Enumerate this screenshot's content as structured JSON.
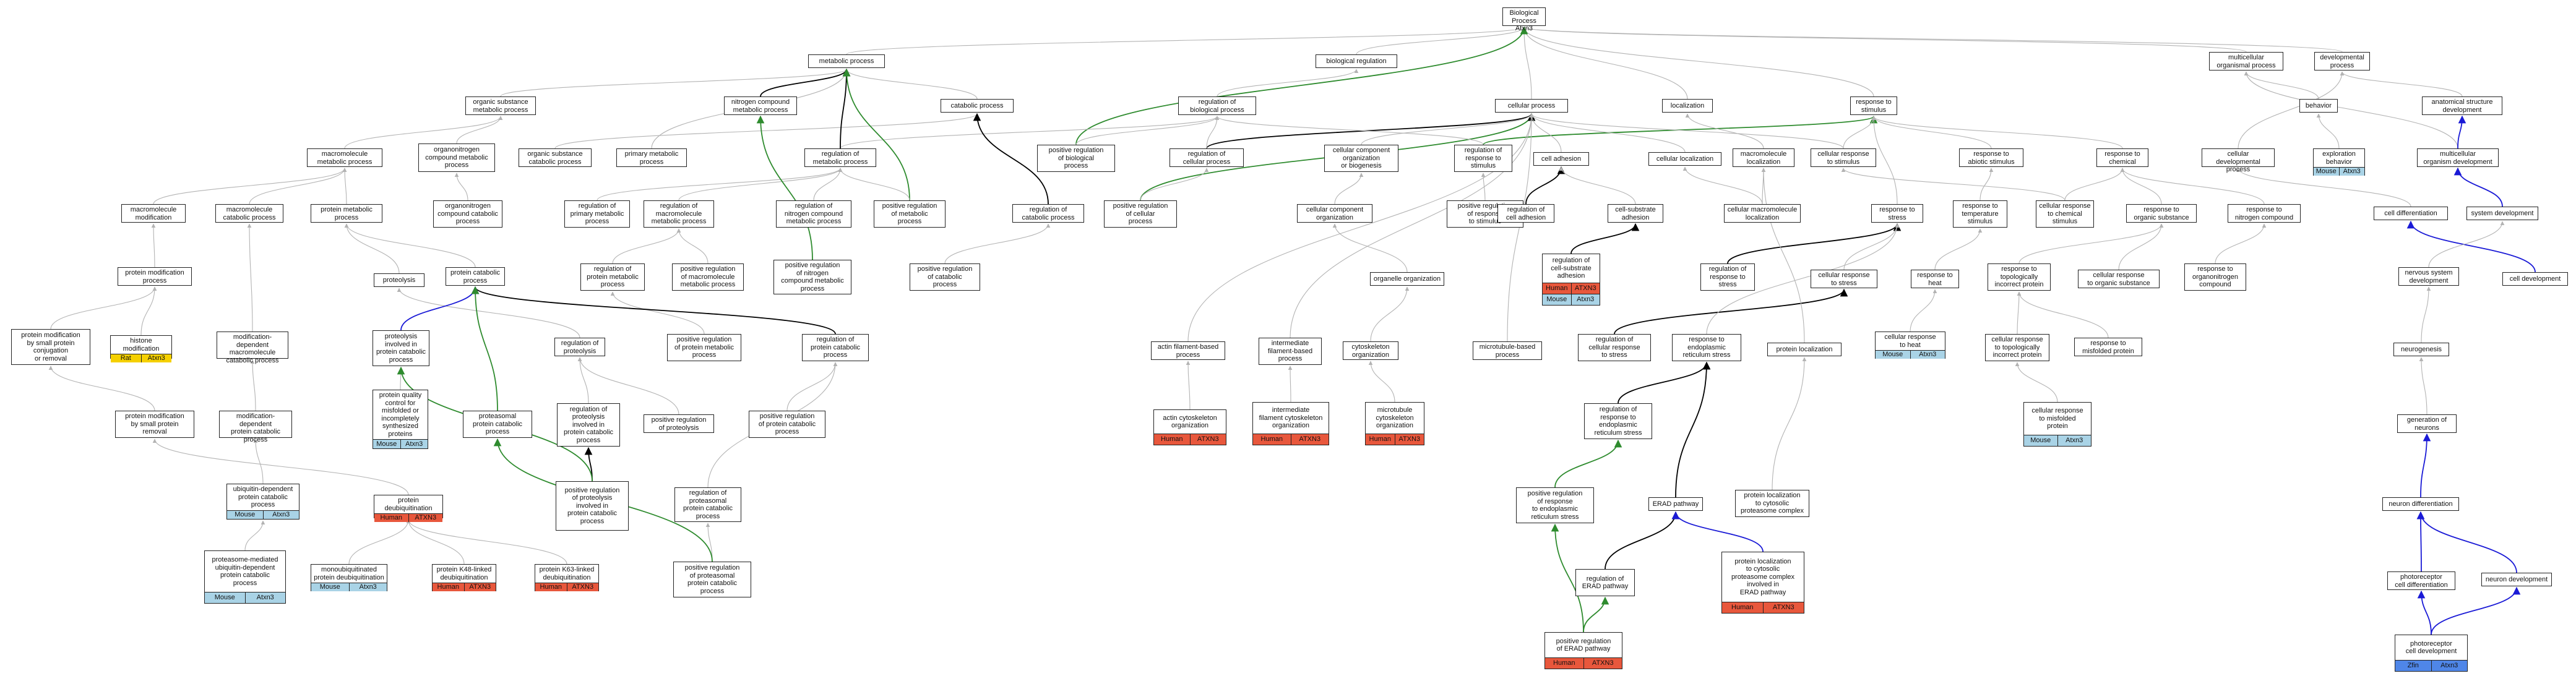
{
  "colors": {
    "gray_edge": "#b3b3b3",
    "black_edge": "#000000",
    "green_edge": "#2e8b2e",
    "blue_edge": "#1a1ad6",
    "human": "#e8573c",
    "mouse": "#a9d3e6",
    "rat": "#f5d000",
    "zfin": "#4f86e8"
  },
  "species_colors": {
    "Human": "#e8573c",
    "Mouse": "#a9d3e6",
    "Rat": "#f5d000",
    "Zfin": "#4f86e8"
  },
  "nodes": [
    {
      "id": "bp",
      "label": "Biological Process\nAtxn3"
    },
    {
      "id": "mp",
      "label": "metabolic process"
    },
    {
      "id": "breg",
      "label": "biological regulation"
    },
    {
      "id": "osmp",
      "label": "organic substance\nmetabolic process"
    },
    {
      "id": "ncmp",
      "label": "nitrogen compound\nmetabolic process"
    },
    {
      "id": "cat",
      "label": "catabolic process"
    },
    {
      "id": "rbp",
      "label": "regulation of\nbiological process"
    },
    {
      "id": "cp",
      "label": "cellular process"
    },
    {
      "id": "loc",
      "label": "localization"
    },
    {
      "id": "rts",
      "label": "response to\nstimulus"
    },
    {
      "id": "mcop",
      "label": "multicellular\norganismal process"
    },
    {
      "id": "dp",
      "label": "developmental\nprocess"
    },
    {
      "id": "macmp",
      "label": "macromolecule\nmetabolic process"
    },
    {
      "id": "onmp",
      "label": "organonitrogen\ncompound metabolic\nprocess"
    },
    {
      "id": "oscp",
      "label": "organic substance\ncatabolic process"
    },
    {
      "id": "pmp",
      "label": "primary metabolic\nprocess"
    },
    {
      "id": "rmp",
      "label": "regulation of\nmetabolic process"
    },
    {
      "id": "prbp",
      "label": "positive regulation\nof biological\nprocess"
    },
    {
      "id": "rcp",
      "label": "regulation of\ncellular process"
    },
    {
      "id": "ccob",
      "label": "cellular component\norganization\nor biogenesis"
    },
    {
      "id": "rrs",
      "label": "regulation of\nresponse to\nstimulus"
    },
    {
      "id": "cadh",
      "label": "cell adhesion"
    },
    {
      "id": "cloc",
      "label": "cellular localization"
    },
    {
      "id": "mloc",
      "label": "macromolecule\nlocalization"
    },
    {
      "id": "crs",
      "label": "cellular response\nto stimulus"
    },
    {
      "id": "ras",
      "label": "response to\nabiotic stimulus"
    },
    {
      "id": "rchem",
      "label": "response to\nchemical"
    },
    {
      "id": "cdp",
      "label": "cellular developmental\nprocess"
    },
    {
      "id": "beh",
      "label": "behavior"
    },
    {
      "id": "asd",
      "label": "anatomical structure\ndevelopment"
    },
    {
      "id": "expb",
      "label": "exploration\nbehavior",
      "ann": [
        [
          "Mouse",
          "Atxn3"
        ]
      ]
    },
    {
      "id": "mod",
      "label": "multicellular\norganism development"
    },
    {
      "id": "mm",
      "label": "macromolecule\nmodification"
    },
    {
      "id": "mcp",
      "label": "macromolecule\ncatabolic process"
    },
    {
      "id": "protmp",
      "label": "protein metabolic\nprocess"
    },
    {
      "id": "occp",
      "label": "organonitrogen\ncompound catabolic\nprocess"
    },
    {
      "id": "rpmp",
      "label": "regulation of\nprimary metabolic\nprocess"
    },
    {
      "id": "rmmp",
      "label": "regulation of\nmacromolecule\nmetabolic process"
    },
    {
      "id": "rncmp",
      "label": "regulation of\nnitrogen compound\nmetabolic process"
    },
    {
      "id": "prmp",
      "label": "positive regulation\nof metabolic\nprocess"
    },
    {
      "id": "rcatp",
      "label": "regulation of\ncatabolic process"
    },
    {
      "id": "prcp",
      "label": "positive regulation\nof cellular\nprocess"
    },
    {
      "id": "cco",
      "label": "cellular component\norganization"
    },
    {
      "id": "prrs",
      "label": "positive regulation\nof response\nto stimulus"
    },
    {
      "id": "rcadh",
      "label": "regulation of\ncell adhesion"
    },
    {
      "id": "csadh",
      "label": "cell-substrate\nadhesion"
    },
    {
      "id": "cml",
      "label": "cellular macromolecule\nlocalization"
    },
    {
      "id": "rstress",
      "label": "response to\nstress"
    },
    {
      "id": "rtemp",
      "label": "response to\ntemperature\nstimulus"
    },
    {
      "id": "crchem",
      "label": "cellular response\nto chemical\nstimulus"
    },
    {
      "id": "ros",
      "label": "response to\norganic substance"
    },
    {
      "id": "rnc",
      "label": "response to\nnitrogen compound"
    },
    {
      "id": "celldiff",
      "label": "cell differentiation"
    },
    {
      "id": "sysdev",
      "label": "system development"
    },
    {
      "id": "celldev",
      "label": "cell development"
    },
    {
      "id": "pmod",
      "label": "protein modification\nprocess"
    },
    {
      "id": "prot",
      "label": "proteolysis"
    },
    {
      "id": "pcp",
      "label": "protein catabolic\nprocess"
    },
    {
      "id": "rprmp",
      "label": "regulation of\nprotein metabolic\nprocess"
    },
    {
      "id": "prmmp",
      "label": "positive regulation\nof macromolecule\nmetabolic process"
    },
    {
      "id": "prncmp",
      "label": "positive regulation\nof nitrogen\ncompound metabolic\nprocess"
    },
    {
      "id": "prcatp",
      "label": "positive regulation\nof catabolic\nprocess"
    },
    {
      "id": "oo",
      "label": "organelle organization"
    },
    {
      "id": "rcsadh",
      "label": "regulation of\ncell-substrate\nadhesion",
      "ann": [
        [
          "Human",
          "ATXN3"
        ],
        [
          "Mouse",
          "Atxn3"
        ]
      ]
    },
    {
      "id": "rrstress",
      "label": "regulation of\nresponse to\nstress"
    },
    {
      "id": "crstress",
      "label": "cellular response\nto stress"
    },
    {
      "id": "rheat",
      "label": "response to\nheat"
    },
    {
      "id": "rtip",
      "label": "response to\ntopologically\nincorrect protein"
    },
    {
      "id": "cros",
      "label": "cellular response\nto organic substance"
    },
    {
      "id": "ronc",
      "label": "response to\norganonitrogen\ncompound"
    },
    {
      "id": "nsd",
      "label": "nervous system\ndevelopment"
    },
    {
      "id": "pmsp",
      "label": "protein modification\nby small protein\nconjugation\nor removal"
    },
    {
      "id": "hmod",
      "label": "histone modification",
      "ann": [
        [
          "Rat",
          "Atxn3"
        ]
      ]
    },
    {
      "id": "mdmcp",
      "label": "modification-dependent\nmacromolecule\ncatabolic process"
    },
    {
      "id": "rprot",
      "label": "regulation of\nproteolysis"
    },
    {
      "id": "prprmp",
      "label": "positive regulation\nof protein metabolic\nprocess"
    },
    {
      "id": "rpcp",
      "label": "regulation of\nprotein catabolic\nprocess"
    },
    {
      "id": "pipcp",
      "label": "proteolysis\ninvolved in\nprotein catabolic\nprocess"
    },
    {
      "id": "afbp",
      "label": "actin filament-based\nprocess"
    },
    {
      "id": "ifbp",
      "label": "intermediate\nfilament-based\nprocess"
    },
    {
      "id": "csko",
      "label": "cytoskeleton\norganization"
    },
    {
      "id": "mtbp",
      "label": "microtubule-based\nprocess"
    },
    {
      "id": "rcrstress",
      "label": "regulation of\ncellular response\nto stress"
    },
    {
      "id": "rerstress",
      "label": "response to\nendoplasmic\nreticulum stress"
    },
    {
      "id": "ploc",
      "label": "protein localization"
    },
    {
      "id": "crheat",
      "label": "cellular response\nto heat",
      "ann": [
        [
          "Mouse",
          "Atxn3"
        ]
      ]
    },
    {
      "id": "crtip",
      "label": "cellular response\nto topologically\nincorrect protein"
    },
    {
      "id": "rmfp",
      "label": "response to\nmisfolded protein"
    },
    {
      "id": "neurog",
      "label": "neurogenesis"
    },
    {
      "id": "pqc",
      "label": "protein quality\ncontrol for\nmisfolded or\nincompletely\nsynthesized\nproteins",
      "ann": [
        [
          "Mouse",
          "Atxn3"
        ]
      ]
    },
    {
      "id": "ppcp",
      "label": "proteasomal\nprotein catabolic\nprocess"
    },
    {
      "id": "rpipcp",
      "label": "regulation of\nproteolysis\ninvolved in\nprotein catabolic\nprocess"
    },
    {
      "id": "pmsr",
      "label": "protein modification\nby small protein\nremoval"
    },
    {
      "id": "mdpcp",
      "label": "modification-dependent\nprotein catabolic\nprocess"
    },
    {
      "id": "prprot",
      "label": "positive regulation\nof proteolysis"
    },
    {
      "id": "prpcp",
      "label": "positive regulation\nof protein catabolic\nprocess"
    },
    {
      "id": "acso",
      "label": "actin cytoskeleton\norganization",
      "ann": [
        [
          "Human",
          "ATXN3"
        ]
      ]
    },
    {
      "id": "ifco",
      "label": "intermediate\nfilament cytoskeleton\norganization",
      "ann": [
        [
          "Human",
          "ATXN3"
        ]
      ]
    },
    {
      "id": "mtco",
      "label": "microtubule\ncytoskeleton\norganization",
      "ann": [
        [
          "Human",
          "ATXN3"
        ]
      ]
    },
    {
      "id": "rrer",
      "label": "regulation of\nresponse to\nendoplasmic\nreticulum stress"
    },
    {
      "id": "crmp",
      "label": "cellular response\nto misfolded\nprotein",
      "ann": [
        [
          "Mouse",
          "Atxn3"
        ]
      ]
    },
    {
      "id": "genneur",
      "label": "generation of\nneurons"
    },
    {
      "id": "udpcp",
      "label": "ubiquitin-dependent\nprotein catabolic\nprocess",
      "ann": [
        [
          "Mouse",
          "Atxn3"
        ]
      ]
    },
    {
      "id": "pdub",
      "label": "protein deubiquitination",
      "ann": [
        [
          "Human",
          "ATXN3"
        ]
      ]
    },
    {
      "id": "prpipcp",
      "label": "positive regulation\nof proteolysis\ninvolved in\nprotein catabolic\nprocess"
    },
    {
      "id": "rppcp",
      "label": "regulation of\nproteasomal\nprotein catabolic\nprocess"
    },
    {
      "id": "prrer",
      "label": "positive regulation\nof response\nto endoplasmic\nreticulum stress"
    },
    {
      "id": "erad",
      "label": "ERAD pathway"
    },
    {
      "id": "plcpc",
      "label": "protein localization\nto cytosolic\nproteasome complex"
    },
    {
      "id": "ndiff",
      "label": "neuron differentiation"
    },
    {
      "id": "pmu",
      "label": "proteasome-mediated\nubiquitin-dependent\nprotein catabolic\nprocess",
      "ann": [
        [
          "Mouse",
          "Atxn3"
        ]
      ]
    },
    {
      "id": "mdub",
      "label": "monoubiquitinated\nprotein deubiquitination",
      "ann": [
        [
          "Mouse",
          "Atxn3"
        ]
      ]
    },
    {
      "id": "k48",
      "label": "protein K48-linked\ndeubiquitination",
      "ann": [
        [
          "Human",
          "ATXN3"
        ]
      ]
    },
    {
      "id": "k63",
      "label": "protein K63-linked\ndeubiquitination",
      "ann": [
        [
          "Human",
          "ATXN3"
        ]
      ]
    },
    {
      "id": "prppcp",
      "label": "positive regulation\nof proteasomal\nprotein catabolic\nprocess"
    },
    {
      "id": "rerad",
      "label": "regulation of\nERAD pathway"
    },
    {
      "id": "plcpcerad",
      "label": "protein localization\nto cytosolic\nproteasome complex\ninvolved in\nERAD pathway",
      "ann": [
        [
          "Human",
          "ATXN3"
        ]
      ]
    },
    {
      "id": "pcd",
      "label": "photoreceptor\ncell differentiation"
    },
    {
      "id": "ndev",
      "label": "neuron development"
    },
    {
      "id": "prerad",
      "label": "positive regulation\nof ERAD pathway",
      "ann": [
        [
          "Human",
          "ATXN3"
        ]
      ]
    },
    {
      "id": "pcdev",
      "label": "photoreceptor\ncell development",
      "ann": [
        [
          "Zfin",
          "Atxn3"
        ]
      ]
    }
  ],
  "edges": [
    [
      "mp",
      "bp",
      "gray"
    ],
    [
      "breg",
      "bp",
      "gray"
    ],
    [
      "cp",
      "bp",
      "gray"
    ],
    [
      "loc",
      "bp",
      "gray"
    ],
    [
      "rts",
      "bp",
      "gray"
    ],
    [
      "mcop",
      "bp",
      "gray"
    ],
    [
      "dp",
      "bp",
      "gray"
    ],
    [
      "osmp",
      "mp",
      "gray"
    ],
    [
      "ncmp",
      "mp",
      "black"
    ],
    [
      "cat",
      "mp",
      "gray"
    ],
    [
      "prbp",
      "bp",
      "green"
    ],
    [
      "rbp",
      "breg",
      "gray"
    ],
    [
      "prcp",
      "cp",
      "green"
    ],
    [
      "rcp",
      "cp",
      "black"
    ],
    [
      "rrs",
      "rts",
      "green"
    ],
    [
      "macmp",
      "osmp",
      "gray"
    ],
    [
      "onmp",
      "osmp",
      "gray"
    ],
    [
      "oscp",
      "cat",
      "gray"
    ],
    [
      "pmp",
      "mp",
      "gray"
    ],
    [
      "rmp",
      "rbp",
      "gray"
    ],
    [
      "rmp",
      "mp",
      "black"
    ],
    [
      "prmp",
      "mp",
      "green"
    ],
    [
      "rcatp",
      "cat",
      "black"
    ],
    [
      "prbp",
      "rbp",
      "gray"
    ],
    [
      "rcp",
      "rbp",
      "gray"
    ],
    [
      "ccob",
      "cp",
      "gray"
    ],
    [
      "rrs",
      "rbp",
      "gray"
    ],
    [
      "cadh",
      "cp",
      "gray"
    ],
    [
      "cloc",
      "cp",
      "gray"
    ],
    [
      "mloc",
      "loc",
      "gray"
    ],
    [
      "crs",
      "rts",
      "gray"
    ],
    [
      "crs",
      "cp",
      "gray"
    ],
    [
      "ras",
      "rts",
      "gray"
    ],
    [
      "rchem",
      "rts",
      "gray"
    ],
    [
      "cdp",
      "dp",
      "gray"
    ],
    [
      "beh",
      "mcop",
      "gray"
    ],
    [
      "asd",
      "dp",
      "gray"
    ],
    [
      "expb",
      "beh",
      "gray"
    ],
    [
      "mod",
      "mcop",
      "gray"
    ],
    [
      "mod",
      "asd",
      "blue"
    ],
    [
      "mm",
      "macmp",
      "gray"
    ],
    [
      "mcp",
      "macmp",
      "gray"
    ],
    [
      "protmp",
      "macmp",
      "gray"
    ],
    [
      "occp",
      "onmp",
      "gray"
    ],
    [
      "rpmp",
      "rmp",
      "gray"
    ],
    [
      "rmmp",
      "rmp",
      "gray"
    ],
    [
      "rncmp",
      "rmp",
      "gray"
    ],
    [
      "prmp",
      "rmp",
      "gray"
    ],
    [
      "prcp",
      "rcp",
      "gray"
    ],
    [
      "cco",
      "ccob",
      "gray"
    ],
    [
      "prrs",
      "rrs",
      "gray"
    ],
    [
      "rcadh",
      "cadh",
      "black"
    ],
    [
      "csadh",
      "cadh",
      "gray"
    ],
    [
      "cml",
      "cloc",
      "gray"
    ],
    [
      "cml",
      "mloc",
      "gray"
    ],
    [
      "rstress",
      "rts",
      "gray"
    ],
    [
      "rtemp",
      "ras",
      "gray"
    ],
    [
      "crchem",
      "rchem",
      "gray"
    ],
    [
      "crchem",
      "crs",
      "gray"
    ],
    [
      "ros",
      "rchem",
      "gray"
    ],
    [
      "rnc",
      "rchem",
      "gray"
    ],
    [
      "celldiff",
      "cdp",
      "gray"
    ],
    [
      "sysdev",
      "mod",
      "blue"
    ],
    [
      "celldev",
      "celldiff",
      "blue"
    ],
    [
      "pmod",
      "mm",
      "gray"
    ],
    [
      "prot",
      "protmp",
      "gray"
    ],
    [
      "pcp",
      "protmp",
      "gray"
    ],
    [
      "rprmp",
      "rmmp",
      "gray"
    ],
    [
      "prmmp",
      "rmmp",
      "gray"
    ],
    [
      "prncmp",
      "ncmp",
      "green"
    ],
    [
      "prcatp",
      "rcatp",
      "gray"
    ],
    [
      "oo",
      "cco",
      "gray"
    ],
    [
      "rcsadh",
      "csadh",
      "black"
    ],
    [
      "rrstress",
      "rstress",
      "black"
    ],
    [
      "crstress",
      "rstress",
      "gray"
    ],
    [
      "rheat",
      "rtemp",
      "gray"
    ],
    [
      "rtip",
      "ros",
      "gray"
    ],
    [
      "cros",
      "ros",
      "gray"
    ],
    [
      "ronc",
      "rnc",
      "gray"
    ],
    [
      "nsd",
      "sysdev",
      "gray"
    ],
    [
      "pmsp",
      "pmod",
      "gray"
    ],
    [
      "hmod",
      "pmod",
      "gray"
    ],
    [
      "mdmcp",
      "mcp",
      "gray"
    ],
    [
      "rprot",
      "prot",
      "gray"
    ],
    [
      "prprmp",
      "rprmp",
      "gray"
    ],
    [
      "rpcp",
      "pcp",
      "black"
    ],
    [
      "pipcp",
      "pcp",
      "blue"
    ],
    [
      "afbp",
      "cp",
      "gray"
    ],
    [
      "ifbp",
      "cp",
      "gray"
    ],
    [
      "csko",
      "oo",
      "gray"
    ],
    [
      "mtbp",
      "cp",
      "gray"
    ],
    [
      "rcrstress",
      "crstress",
      "black"
    ],
    [
      "rerstress",
      "rstress",
      "gray"
    ],
    [
      "ploc",
      "mloc",
      "gray"
    ],
    [
      "crheat",
      "rheat",
      "gray"
    ],
    [
      "crtip",
      "rtip",
      "gray"
    ],
    [
      "rmfp",
      "rtip",
      "gray"
    ],
    [
      "neurog",
      "nsd",
      "gray"
    ],
    [
      "pqc",
      "pipcp",
      "gray"
    ],
    [
      "ppcp",
      "pcp",
      "green"
    ],
    [
      "rpipcp",
      "rprot",
      "gray"
    ],
    [
      "pmsr",
      "pmsp",
      "gray"
    ],
    [
      "mdpcp",
      "mdmcp",
      "gray"
    ],
    [
      "prprot",
      "rprot",
      "gray"
    ],
    [
      "prpcp",
      "rpcp",
      "gray"
    ],
    [
      "acso",
      "afbp",
      "gray"
    ],
    [
      "ifco",
      "ifbp",
      "gray"
    ],
    [
      "mtco",
      "csko",
      "gray"
    ],
    [
      "rrer",
      "rerstress",
      "black"
    ],
    [
      "crmp",
      "crtip",
      "gray"
    ],
    [
      "genneur",
      "neurog",
      "gray"
    ],
    [
      "udpcp",
      "mdpcp",
      "gray"
    ],
    [
      "pdub",
      "pmsr",
      "gray"
    ],
    [
      "prpipcp",
      "rpipcp",
      "black"
    ],
    [
      "rppcp",
      "rpcp",
      "gray"
    ],
    [
      "prrer",
      "rrer",
      "green"
    ],
    [
      "erad",
      "rerstress",
      "black"
    ],
    [
      "plcpc",
      "ploc",
      "gray"
    ],
    [
      "ndiff",
      "genneur",
      "blue"
    ],
    [
      "pmu",
      "udpcp",
      "gray"
    ],
    [
      "mdub",
      "pdub",
      "gray"
    ],
    [
      "k48",
      "pdub",
      "gray"
    ],
    [
      "k63",
      "pdub",
      "gray"
    ],
    [
      "prppcp",
      "rppcp",
      "gray"
    ],
    [
      "rerad",
      "erad",
      "black"
    ],
    [
      "plcpcerad",
      "erad",
      "blue"
    ],
    [
      "pcd",
      "ndiff",
      "blue"
    ],
    [
      "ndev",
      "ndiff",
      "blue"
    ],
    [
      "prerad",
      "rerad",
      "green"
    ],
    [
      "pcdev",
      "pcd",
      "blue"
    ],
    [
      "pcdev",
      "ndev",
      "blue"
    ],
    [
      "prppcp",
      "ppcp",
      "green"
    ],
    [
      "prpipcp",
      "pipcp",
      "green"
    ],
    [
      "prerad",
      "prrer",
      "green"
    ]
  ]
}
